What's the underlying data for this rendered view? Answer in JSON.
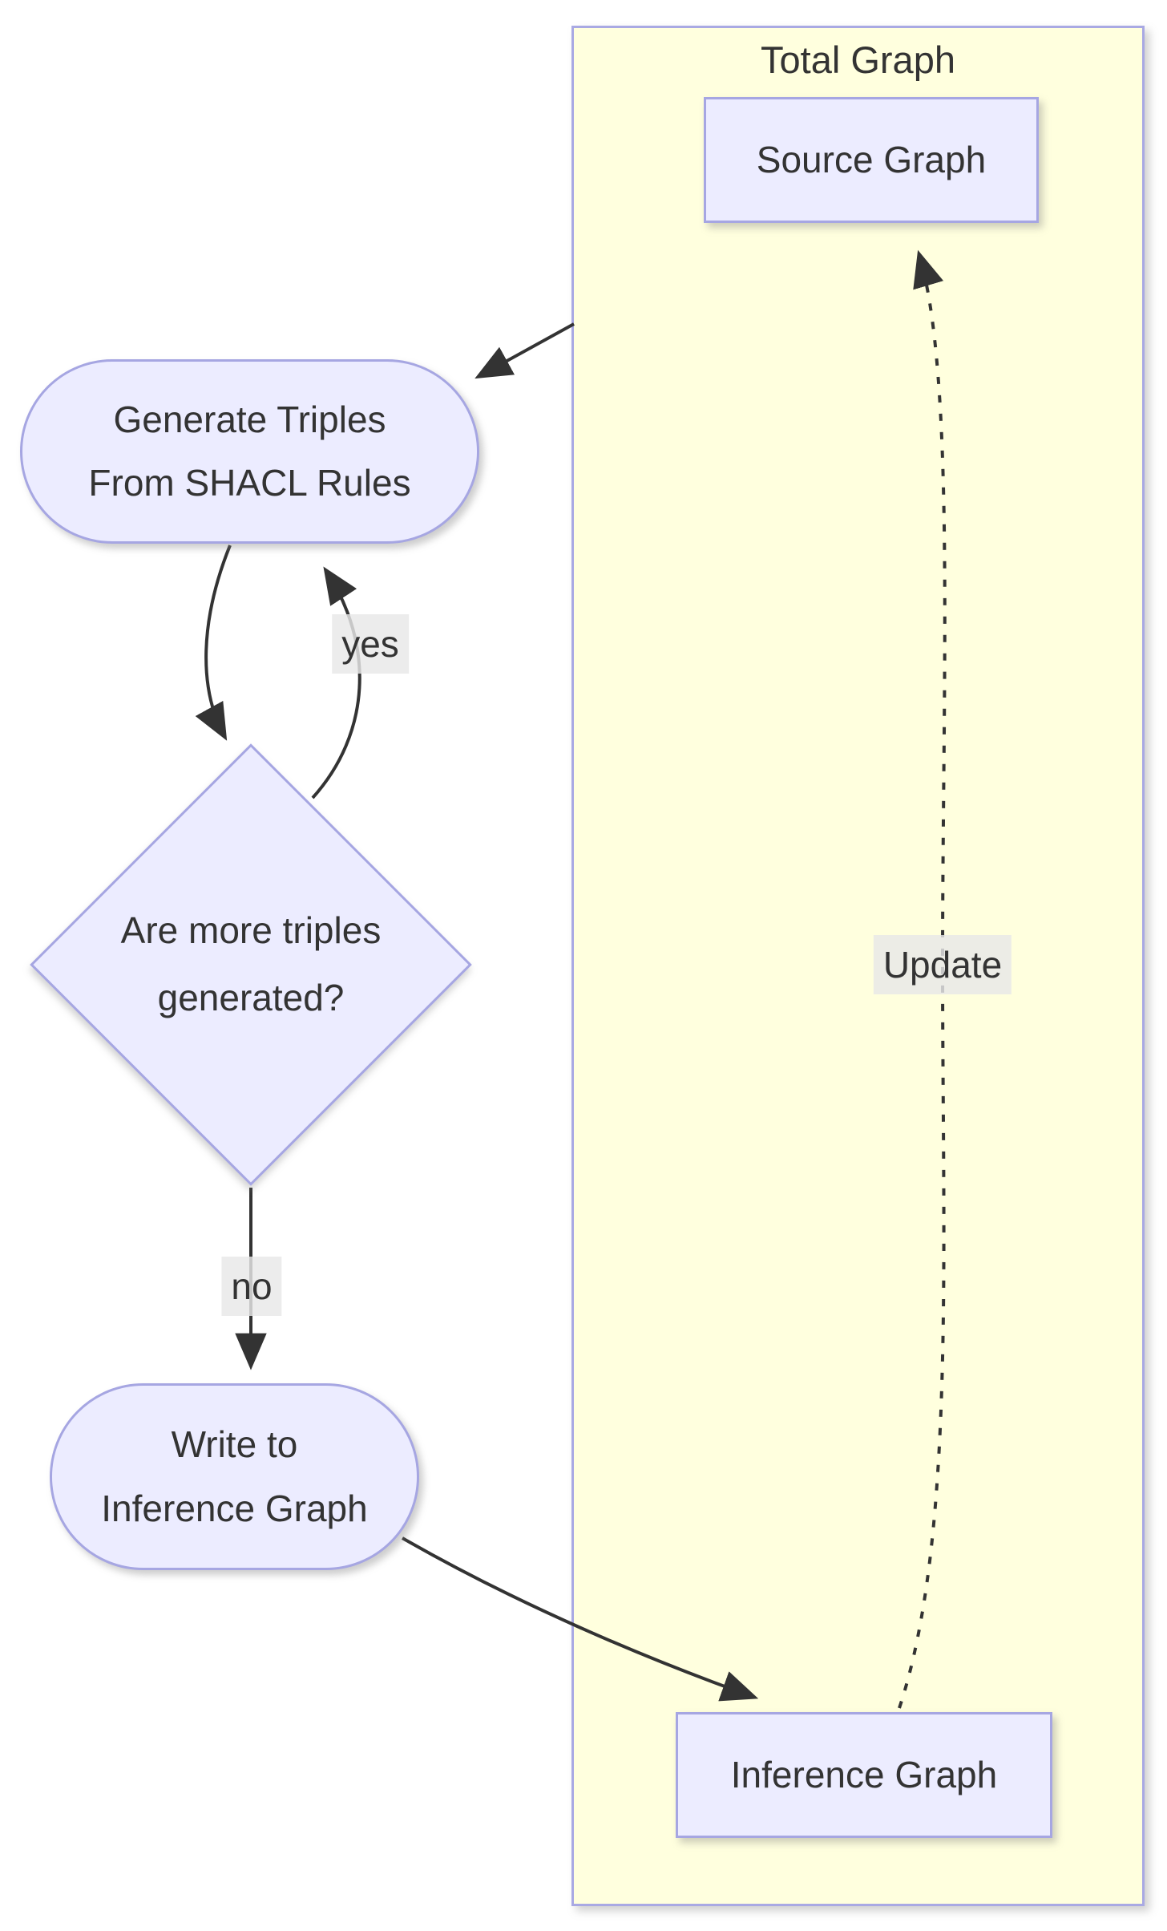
{
  "diagram": {
    "type": "flowchart",
    "cluster": {
      "title": "Total Graph"
    },
    "nodes": {
      "source_graph": {
        "label": "Source Graph",
        "shape": "rectangle"
      },
      "generate_triples": {
        "line1": "Generate Triples",
        "line2": "From SHACL Rules",
        "shape": "stadium"
      },
      "decision": {
        "line1": "Are more triples",
        "line2": "generated?",
        "shape": "diamond"
      },
      "write_inference": {
        "line1": "Write to",
        "line2": "Inference Graph",
        "shape": "stadium"
      },
      "inference_graph": {
        "label": "Inference Graph",
        "shape": "rectangle"
      }
    },
    "edge_labels": {
      "yes": "yes",
      "no": "no",
      "update": "Update"
    },
    "edges": [
      {
        "from": "total-graph-container",
        "to": "generate-triples",
        "style": "solid"
      },
      {
        "from": "generate-triples",
        "to": "decision",
        "style": "solid"
      },
      {
        "from": "decision",
        "to": "generate-triples",
        "style": "solid",
        "label": "yes"
      },
      {
        "from": "decision",
        "to": "write-inference",
        "style": "solid",
        "label": "no"
      },
      {
        "from": "write-inference",
        "to": "inference-graph",
        "style": "solid"
      },
      {
        "from": "inference-graph",
        "to": "source-graph",
        "style": "dashed",
        "label": "Update"
      }
    ],
    "colors": {
      "container_fill": "#ffffde",
      "container_border": "#a9a9e3",
      "node_fill": "#ececff",
      "node_border": "#a6a6e2",
      "edge": "#333333",
      "label_bg": "#e8e8e8",
      "text": "#333333"
    }
  }
}
